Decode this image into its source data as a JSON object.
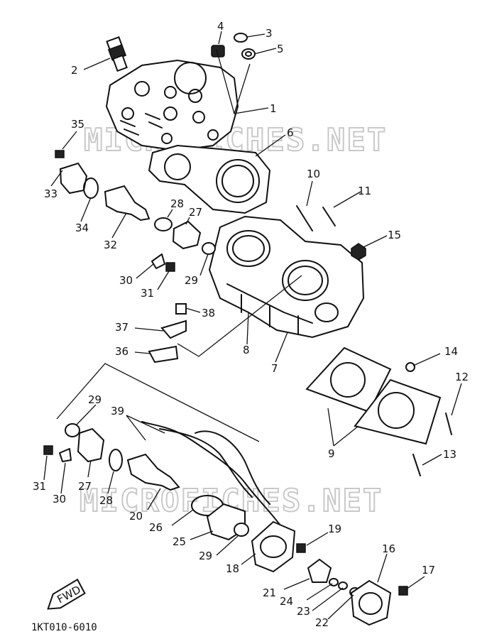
{
  "watermark": "MICROFICHES.NET",
  "diagram_code": "1KT010-6010",
  "front_mark": "FWD",
  "callouts": {
    "c1": "1",
    "c2": "2",
    "c3": "3",
    "c4": "4",
    "c5": "5",
    "c6": "6",
    "c7": "7",
    "c8": "8",
    "c9": "9",
    "c10": "10",
    "c11": "11",
    "c12": "12",
    "c13": "13",
    "c14": "14",
    "c15": "15",
    "c16": "16",
    "c17": "17",
    "c18": "18",
    "c19": "19",
    "c20": "20",
    "c21": "21",
    "c22": "22",
    "c23": "23",
    "c24": "24",
    "c25": "25",
    "c26": "26",
    "c27a": "27",
    "c27b": "27",
    "c28a": "28",
    "c28b": "28",
    "c29a": "29",
    "c29b": "29",
    "c29c": "29",
    "c30a": "30",
    "c30b": "30",
    "c31a": "31",
    "c31b": "31",
    "c32": "32",
    "c33": "33",
    "c34": "34",
    "c35": "35",
    "c36": "36",
    "c37": "37",
    "c38": "38",
    "c39": "39"
  }
}
